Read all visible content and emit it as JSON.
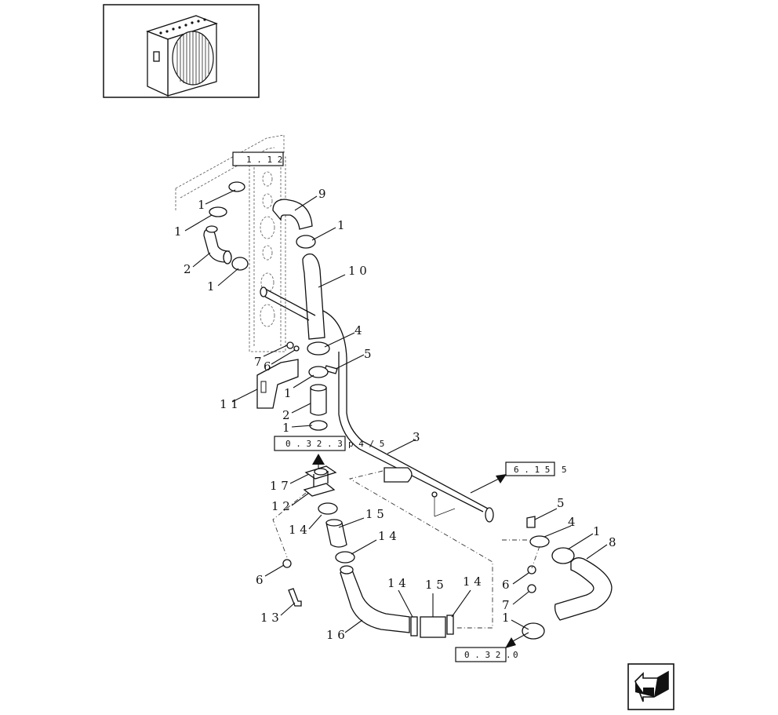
{
  "callouts": [
    {
      "id": "c9",
      "text": "9"
    },
    {
      "id": "c1a",
      "text": "1"
    },
    {
      "id": "c1b",
      "text": "1"
    },
    {
      "id": "c1c",
      "text": "1"
    },
    {
      "id": "c2a",
      "text": "2"
    },
    {
      "id": "c1d",
      "text": "1"
    },
    {
      "id": "c10",
      "text": "1 0"
    },
    {
      "id": "c4a",
      "text": "4"
    },
    {
      "id": "c5a",
      "text": "5"
    },
    {
      "id": "c7a",
      "text": "7"
    },
    {
      "id": "c6a",
      "text": "6"
    },
    {
      "id": "c1e",
      "text": "1"
    },
    {
      "id": "c11",
      "text": "1 1"
    },
    {
      "id": "c2b",
      "text": "2"
    },
    {
      "id": "c1f",
      "text": "1"
    },
    {
      "id": "c3",
      "text": "3"
    },
    {
      "id": "c17",
      "text": "1 7"
    },
    {
      "id": "c12",
      "text": "1 2"
    },
    {
      "id": "c14a",
      "text": "1 4"
    },
    {
      "id": "c15a",
      "text": "1 5"
    },
    {
      "id": "c14b",
      "text": "1 4"
    },
    {
      "id": "c6b",
      "text": "6"
    },
    {
      "id": "c13",
      "text": "1 3"
    },
    {
      "id": "c16",
      "text": "1 6"
    },
    {
      "id": "c14c",
      "text": "1 4"
    },
    {
      "id": "c15b",
      "text": "1 5"
    },
    {
      "id": "c14d",
      "text": "1 4"
    },
    {
      "id": "c5b",
      "text": "5"
    },
    {
      "id": "c4b",
      "text": "4"
    },
    {
      "id": "c1g",
      "text": "1"
    },
    {
      "id": "c8",
      "text": "8"
    },
    {
      "id": "c6c",
      "text": "6"
    },
    {
      "id": "c7b",
      "text": "7"
    },
    {
      "id": "c1h",
      "text": "1"
    }
  ],
  "references": {
    "r1": "1 . 1 2",
    "r2": "0 . 3 2 . 3",
    "r2_suffix": "p 4 / 5",
    "r3": "6 . 1 5",
    "r3_suffix": "5",
    "r4": "0 . 3 2 .",
    "r4_suffix": "0"
  }
}
